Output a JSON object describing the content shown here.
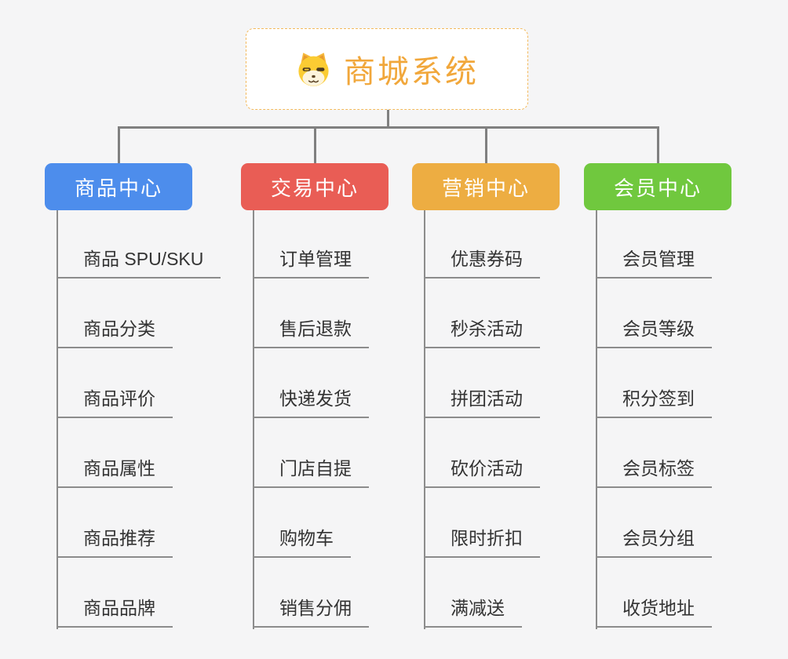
{
  "root": {
    "title": "商城系统",
    "icon": "shiba-dog-icon",
    "title_color": "#f1a73b",
    "border_color": "#f3b95c"
  },
  "connector_color": "#808080",
  "underline_color": "#8c8c8c",
  "child_text_color": "#333333",
  "branches": [
    {
      "label": "商品中心",
      "color": "#4d8dec",
      "children": [
        "商品 SPU/SKU",
        "商品分类",
        "商品评价",
        "商品属性",
        "商品推荐",
        "商品品牌"
      ]
    },
    {
      "label": "交易中心",
      "color": "#e95d55",
      "children": [
        "订单管理",
        "售后退款",
        "快递发货",
        "门店自提",
        "购物车",
        "销售分佣"
      ]
    },
    {
      "label": "营销中心",
      "color": "#edad42",
      "children": [
        "优惠券码",
        "秒杀活动",
        "拼团活动",
        "砍价活动",
        "限时折扣",
        "满减送"
      ]
    },
    {
      "label": "会员中心",
      "color": "#70c83e",
      "children": [
        "会员管理",
        "会员等级",
        "积分签到",
        "会员标签",
        "会员分组",
        "收货地址"
      ]
    }
  ]
}
